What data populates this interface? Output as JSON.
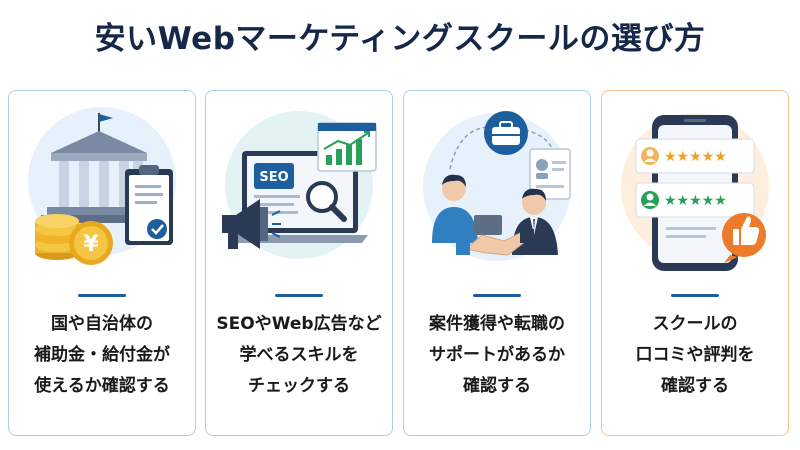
{
  "title": "安いWebマーケティングスクールの選び方",
  "cards": [
    {
      "lines": [
        "国や自治体の",
        "補助金・給付金が",
        "使えるか確認する"
      ],
      "icons": [
        "bank-icon",
        "coin-stack-icon",
        "yen-coin-icon",
        "clipboard-check-icon"
      ]
    },
    {
      "lines": [
        "SEOやWeb広告など",
        "学べるスキルを",
        "チェックする"
      ],
      "icons": [
        "laptop-icon",
        "megaphone-icon",
        "magnifier-icon",
        "growth-chart-icon"
      ],
      "seo_label": "SEO"
    },
    {
      "lines": [
        "案件獲得や転職の",
        "サポートがあるか",
        "確認する"
      ],
      "icons": [
        "briefcase-icon",
        "profile-card-icon",
        "person-icon",
        "handshake-icon"
      ]
    },
    {
      "lines": [
        "スクールの",
        "口コミや評判を",
        "確認する"
      ],
      "icons": [
        "smartphone-icon",
        "review-star-icon",
        "thumbs-up-icon"
      ]
    }
  ],
  "colors": {
    "navy": "#152848",
    "blue_border": "#a9d1ec",
    "orange_border": "#f3c48f",
    "accent": "#1d5f9e",
    "star": "#f0a020",
    "thumb": "#ee7a2c"
  }
}
